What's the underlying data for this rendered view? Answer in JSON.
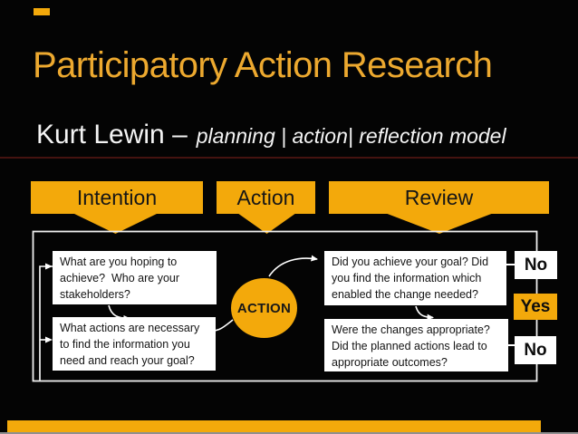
{
  "colors": {
    "accent_orange": "#F3A90B",
    "title_gold": "#EDA92F"
  },
  "slide": {
    "title": "Participatory Action Research",
    "subtitle": {
      "prefix": "Kurt Lewin –",
      "model": "planning | action| reflection model"
    },
    "stages": [
      {
        "label": "Intention"
      },
      {
        "label": "Action"
      },
      {
        "label": "Review"
      }
    ],
    "flow": {
      "questions": [
        {
          "text": "What are you hoping to achieve?  Who are your stakeholders?"
        },
        {
          "text": "What actions are necessary to find the information you need and reach your goal?"
        },
        {
          "text": "Did you achieve your goal? Did you find the information which enabled the change needed?"
        },
        {
          "text": "Were the changes appropriate? Did the planned actions lead to appropriate outcomes?"
        }
      ],
      "circle_label": "ACTION",
      "decisions": [
        {
          "label": "No"
        },
        {
          "label": "Yes"
        },
        {
          "label": "No"
        }
      ]
    }
  }
}
